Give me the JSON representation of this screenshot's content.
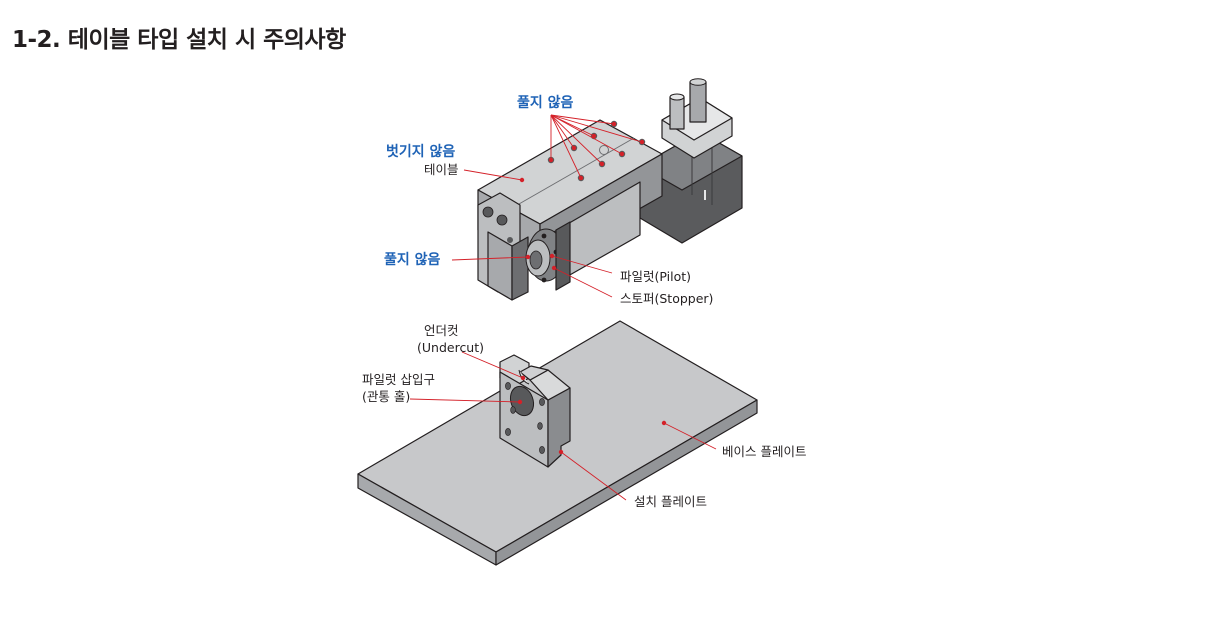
{
  "title": "1-2. 테이블 타입 설치 시 주의사항",
  "labels": {
    "no_pull_top": "풀지 않음",
    "no_remove": "벗기지 않음",
    "table": "테이블",
    "no_pull_left": "풀지 않음",
    "pilot": "파일럿(Pilot)",
    "stopper": "스토퍼(Stopper)",
    "undercut_1": "언더컷",
    "undercut_2": "(Undercut)",
    "pilot_hole_1": "파일럿 삽입구",
    "pilot_hole_2": "(관통 홀)",
    "base_plate": "베이스 플레이트",
    "mount_plate": "설치 플레이트"
  },
  "colors": {
    "accent_blue": "#1f63b6",
    "leader_red": "#d42129",
    "body_gray": "#b9babc",
    "dark_gray": "#6d6e71"
  }
}
